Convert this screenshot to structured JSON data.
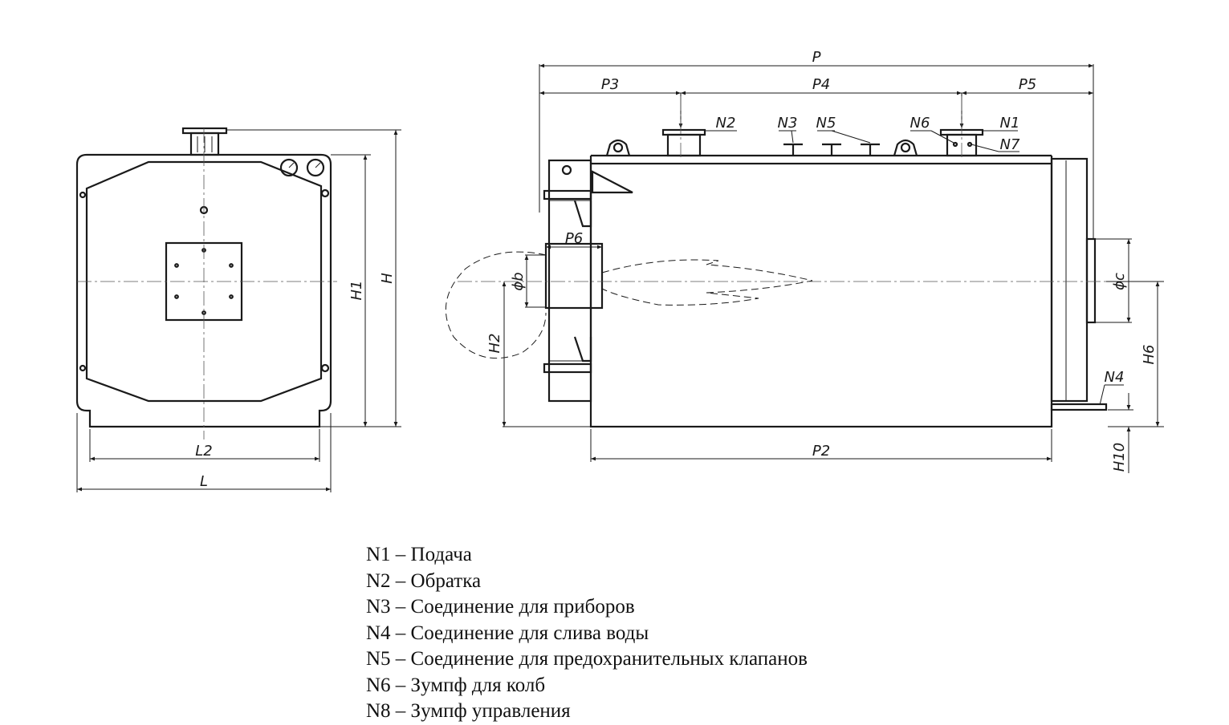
{
  "dimensions": {
    "L": "L",
    "L2": "L2",
    "H": "H",
    "H1": "H1",
    "H2": "H2",
    "H6": "H6",
    "H10": "H10",
    "P": "P",
    "P2": "P2",
    "P3": "P3",
    "P4": "P4",
    "P5": "P5",
    "P6": "P6",
    "phi_b": "ϕb",
    "phi_c": "ϕc"
  },
  "nozzle_tags": {
    "N1": "N1",
    "N2": "N2",
    "N3": "N3",
    "N4": "N4",
    "N5": "N5",
    "N6": "N6",
    "N7": "N7"
  },
  "legend": [
    "N1 – Подача",
    "N2 – Обратка",
    "N3 – Соединение для приборов",
    "N4 – Соединение для слива воды",
    "N5 – Соединение для предохранительных клапанов",
    "N6 – Зумпф для колб",
    "N8 – Зумпф управления"
  ]
}
